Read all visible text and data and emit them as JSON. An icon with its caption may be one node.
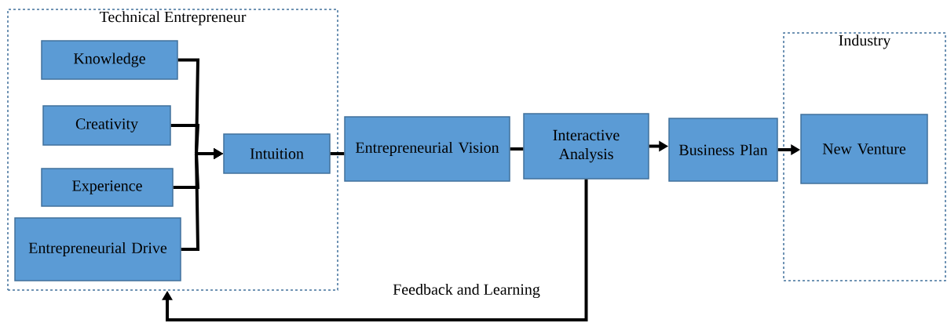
{
  "diagram": {
    "nodes": [
      {
        "text": [
          "Technical Entrepreneur"
        ]
      },
      {
        "text": [
          "Knowledge"
        ],
        "in": 0
      },
      {
        "text": [
          "Creativity"
        ],
        "in": 0
      },
      {
        "text": [
          "Experience"
        ],
        "in": 0
      },
      {
        "text": [
          "Entrepreneurial Drive"
        ],
        "in": 0
      },
      {
        "text": [
          "Intuition"
        ],
        "in": 0
      },
      {
        "text": [
          "Entrepreneurial Vision"
        ]
      },
      {
        "text": [
          "Interactive Analysis"
        ]
      },
      {
        "text": [
          "Business Plan"
        ]
      },
      {
        "text": [
          "Industry"
        ]
      },
      {
        "text": [
          "New Venture"
        ],
        "in": 9
      }
    ],
    "edges": [
      {
        "from": 1,
        "to": 5,
        "arrow": "to"
      },
      {
        "from": 2,
        "to": 5,
        "arrow": "to"
      },
      {
        "from": 3,
        "to": 5,
        "arrow": "to"
      },
      {
        "from": 4,
        "to": 5,
        "arrow": "to"
      },
      {
        "from": 5,
        "to": 6,
        "arrow": "none"
      },
      {
        "from": 6,
        "to": 7,
        "arrow": "none"
      },
      {
        "from": 7,
        "to": 8,
        "arrow": "to"
      },
      {
        "from": 8,
        "to": 10,
        "arrow": "to"
      },
      {
        "from": 7,
        "to": 0,
        "arrow": "to",
        "label": "Feedback and Learning"
      }
    ]
  }
}
